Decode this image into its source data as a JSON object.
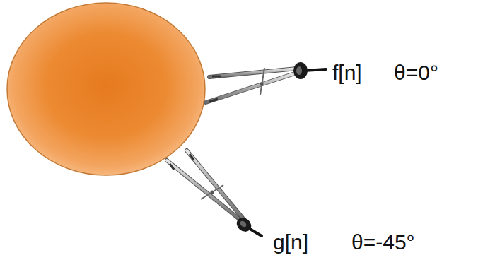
{
  "diagram": {
    "labels": [
      "f[n]",
      "θ=0°",
      "g[n]",
      "θ=-45°"
    ]
  }
}
